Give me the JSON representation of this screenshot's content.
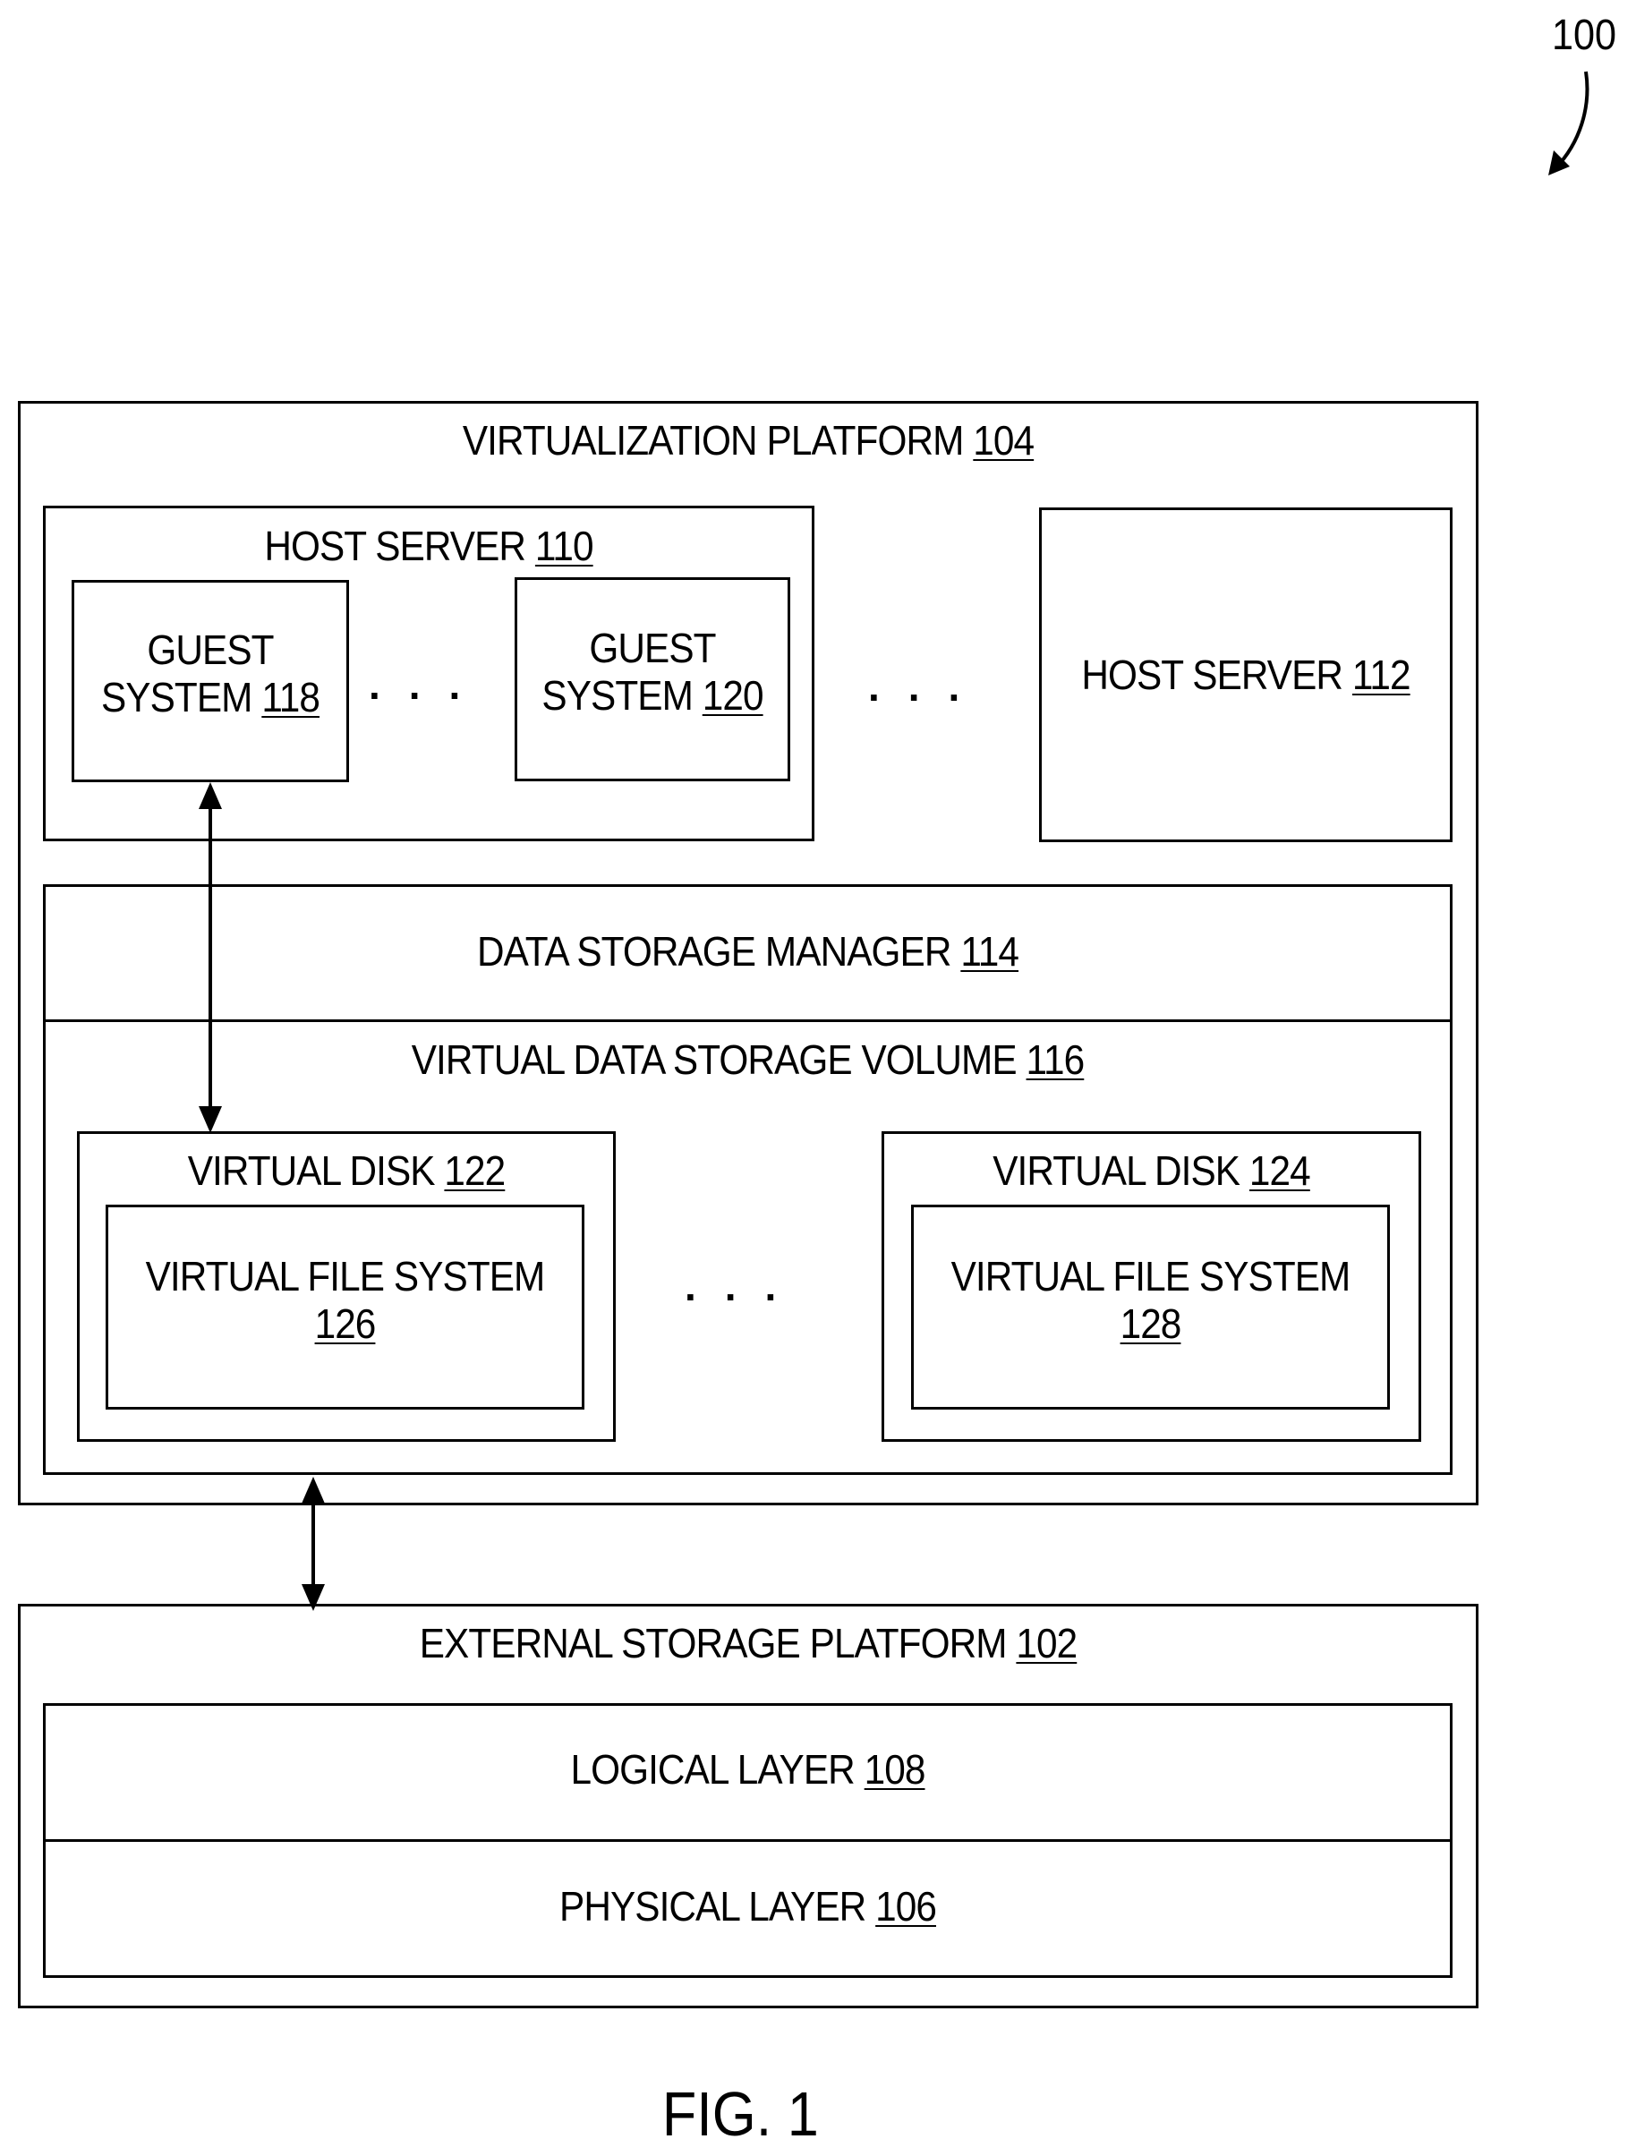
{
  "figure_ref": "100",
  "figure_caption": "FIG. 1",
  "virtualization_platform": {
    "text": "VIRTUALIZATION PLATFORM",
    "ref": "104"
  },
  "host_server_110": {
    "text": "HOST SERVER",
    "ref": "110"
  },
  "guest_system_118": {
    "line1": "GUEST",
    "line2": "SYSTEM",
    "ref": "118"
  },
  "guest_system_120": {
    "line1": "GUEST",
    "line2": "SYSTEM",
    "ref": "120"
  },
  "host_server_112": {
    "text": "HOST SERVER",
    "ref": "112"
  },
  "data_storage_manager": {
    "text": "DATA STORAGE MANAGER",
    "ref": "114"
  },
  "virtual_data_storage_volume": {
    "text": "VIRTUAL DATA STORAGE VOLUME",
    "ref": "116"
  },
  "virtual_disk_122": {
    "text": "VIRTUAL DISK",
    "ref": "122"
  },
  "virtual_file_system_126": {
    "text": "VIRTUAL FILE SYSTEM",
    "ref": "126"
  },
  "virtual_disk_124": {
    "text": "VIRTUAL DISK",
    "ref": "124"
  },
  "virtual_file_system_128": {
    "text": "VIRTUAL FILE SYSTEM",
    "ref": "128"
  },
  "external_storage_platform": {
    "text": "EXTERNAL STORAGE PLATFORM",
    "ref": "102"
  },
  "logical_layer": {
    "text": "LOGICAL LAYER",
    "ref": "108"
  },
  "physical_layer": {
    "text": "PHYSICAL LAYER",
    "ref": "106"
  },
  "ellipsis": "..."
}
